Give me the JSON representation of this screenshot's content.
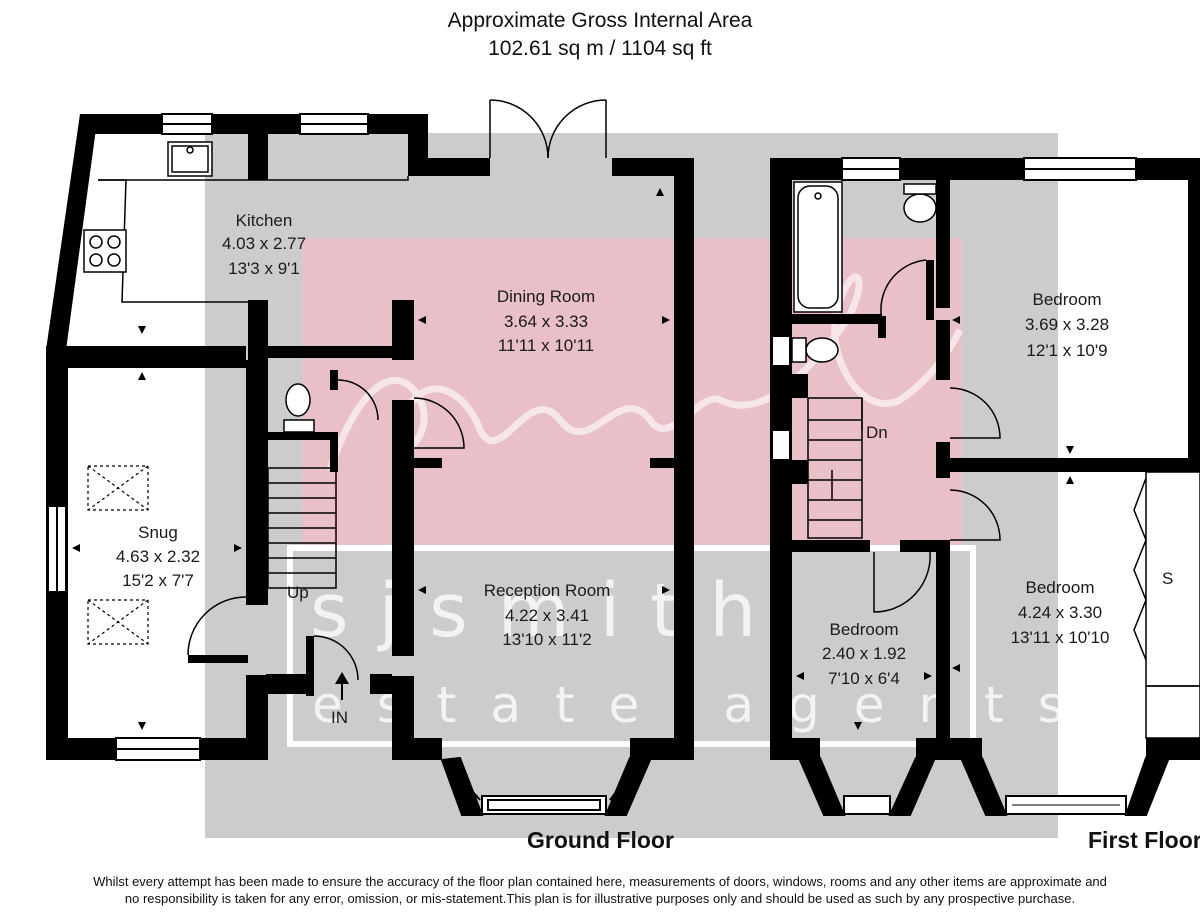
{
  "header": {
    "line1": "Approximate Gross Internal Area",
    "line2": "102.61 sq m / 1104 sq ft"
  },
  "watermark": {
    "script": "sjsmith",
    "main": "sjsmith",
    "sub": "estate agents",
    "colors": {
      "grey": "#cbcbcb",
      "pink": "#e9bfc8"
    }
  },
  "rooms": {
    "kitchen": {
      "name": "Kitchen",
      "metric": "4.03 x 2.77",
      "imperial": "13'3 x 9'1"
    },
    "dining": {
      "name": "Dining Room",
      "metric": "3.64 x 3.33",
      "imperial": "11'11 x 10'11"
    },
    "snug": {
      "name": "Snug",
      "metric": "4.63 x 2.32",
      "imperial": "15'2 x 7'7"
    },
    "reception": {
      "name": "Reception Room",
      "metric": "4.22 x 3.41",
      "imperial": "13'10 x 11'2"
    },
    "bedroom1": {
      "name": "Bedroom",
      "metric": "3.69 x 3.28",
      "imperial": "12'1 x 10'9"
    },
    "bedroom2": {
      "name": "Bedroom",
      "metric": "2.40 x 1.92",
      "imperial": "7'10 x 6'4"
    },
    "bedroom3": {
      "name": "Bedroom",
      "metric": "4.24 x 3.30",
      "imperial": "13'11 x 10'10"
    }
  },
  "labels": {
    "up": "Up",
    "in": "IN",
    "dn": "Dn",
    "store": "S"
  },
  "floors": {
    "ground": "Ground Floor",
    "first": "First Floor"
  },
  "disclaimer": {
    "line1": "Whilst every attempt has been made to ensure the accuracy of the floor plan contained here, measurements of doors, windows, rooms and any other items are approximate and",
    "line2": "no responsibility is taken for any error, omission, or mis-statement.This plan is for illustrative purposes only and should be used as such by any prospective purchase."
  }
}
